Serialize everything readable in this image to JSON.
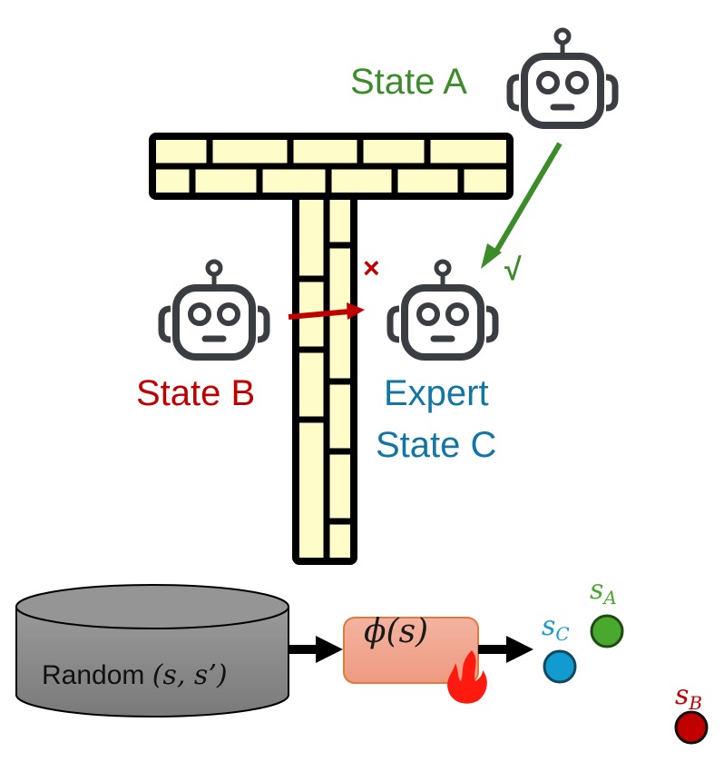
{
  "labels": {
    "state_a": "State A",
    "state_b": "State B",
    "expert_line1": "Expert",
    "expert_line2": "State C"
  },
  "marks": {
    "valid": "√",
    "invalid": "×"
  },
  "pipeline": {
    "dataset_label": "Random",
    "dataset_math": "(s, s’)",
    "encoder_label": "ϕ(s)",
    "trainable_icon": "fire-icon"
  },
  "embeddings": [
    {
      "id": "sc",
      "base": "s",
      "sub": "C",
      "color": "#119bd0",
      "stroke": "#12485f"
    },
    {
      "id": "sa",
      "base": "s",
      "sub": "A",
      "color": "#4aa82f",
      "stroke": "#1f4a14"
    },
    {
      "id": "sb",
      "base": "s",
      "sub": "B",
      "color": "#c00000",
      "stroke": "#111111"
    }
  ],
  "colors": {
    "state_a": "#3c8c2a",
    "state_b": "#c00000",
    "state_c": "#1176a3",
    "wall_fill": "#fefcc9",
    "robot": "#3a3d42",
    "encoder_fill": "#f2a48c",
    "encoder_stroke": "#e07a3e",
    "fire": "#ff1a10",
    "db_fill": "#8a8a8a"
  },
  "icons": {
    "robot_a": "robot-icon",
    "robot_b": "robot-icon",
    "robot_c": "robot-icon"
  }
}
